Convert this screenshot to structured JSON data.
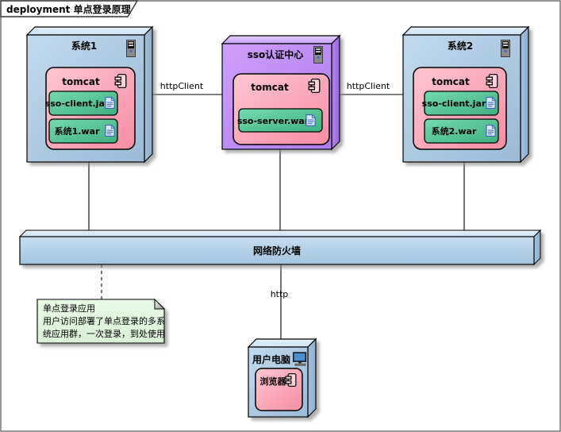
{
  "frame": {
    "title": "deployment 单点登录原理"
  },
  "nodes": {
    "system1": {
      "title": "系统1",
      "component_label": "tomcat",
      "artifacts": [
        "sso-client.jar",
        "系统1.war"
      ]
    },
    "sso_center": {
      "title": "sso认证中心",
      "component_label": "tomcat",
      "artifacts": [
        "sso-server.war"
      ]
    },
    "system2": {
      "title": "系统2",
      "component_label": "tomcat",
      "artifacts": [
        "sso-client.jar",
        "系统2.war"
      ]
    },
    "firewall": {
      "title": "网络防火墙"
    },
    "user_pc": {
      "title": "用户电脑",
      "component_label": "浏览器"
    }
  },
  "links": {
    "left_httpclient": {
      "label": "httpClient"
    },
    "right_httpclient": {
      "label": "httpClient"
    },
    "http": {
      "label": "http"
    }
  },
  "note": {
    "lines": [
      "单点登录应用",
      "用户访问部署了单点登录的多系",
      "统应用群，一次登录，到处使用"
    ]
  },
  "palette": {
    "node_blue": "#ABC8E2",
    "node_blue_bevel": "#DDEEF9",
    "node_purple": "#BE8BF4",
    "component_pink": "#F9A3B5",
    "artifact_green": "#4FC493",
    "note_green": "#E3F8E0",
    "firewall_blue": "#AECDE7",
    "line_black": "#000000"
  }
}
